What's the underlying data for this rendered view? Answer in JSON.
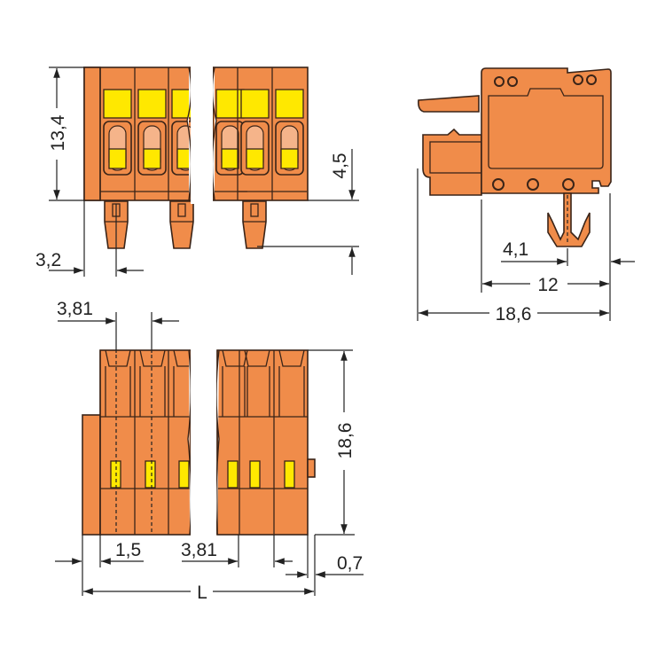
{
  "colors": {
    "housing": "#f08c4a",
    "actuator": "#ffe800",
    "outline": "#3a2418"
  },
  "front_view": {
    "height_label": "13,4",
    "pin_offset_label": "4,5",
    "pin_edge_label": "3,2"
  },
  "side_view": {
    "pin_position_label": "4,1",
    "body_depth_label": "12",
    "total_depth_label": "18,6"
  },
  "bottom_view": {
    "pitch_top_label": "3,81",
    "height_label": "18,6",
    "offset_label": "1,5",
    "pitch_bottom_label": "3,81",
    "edge_label": "0,7",
    "length_label": "L"
  }
}
